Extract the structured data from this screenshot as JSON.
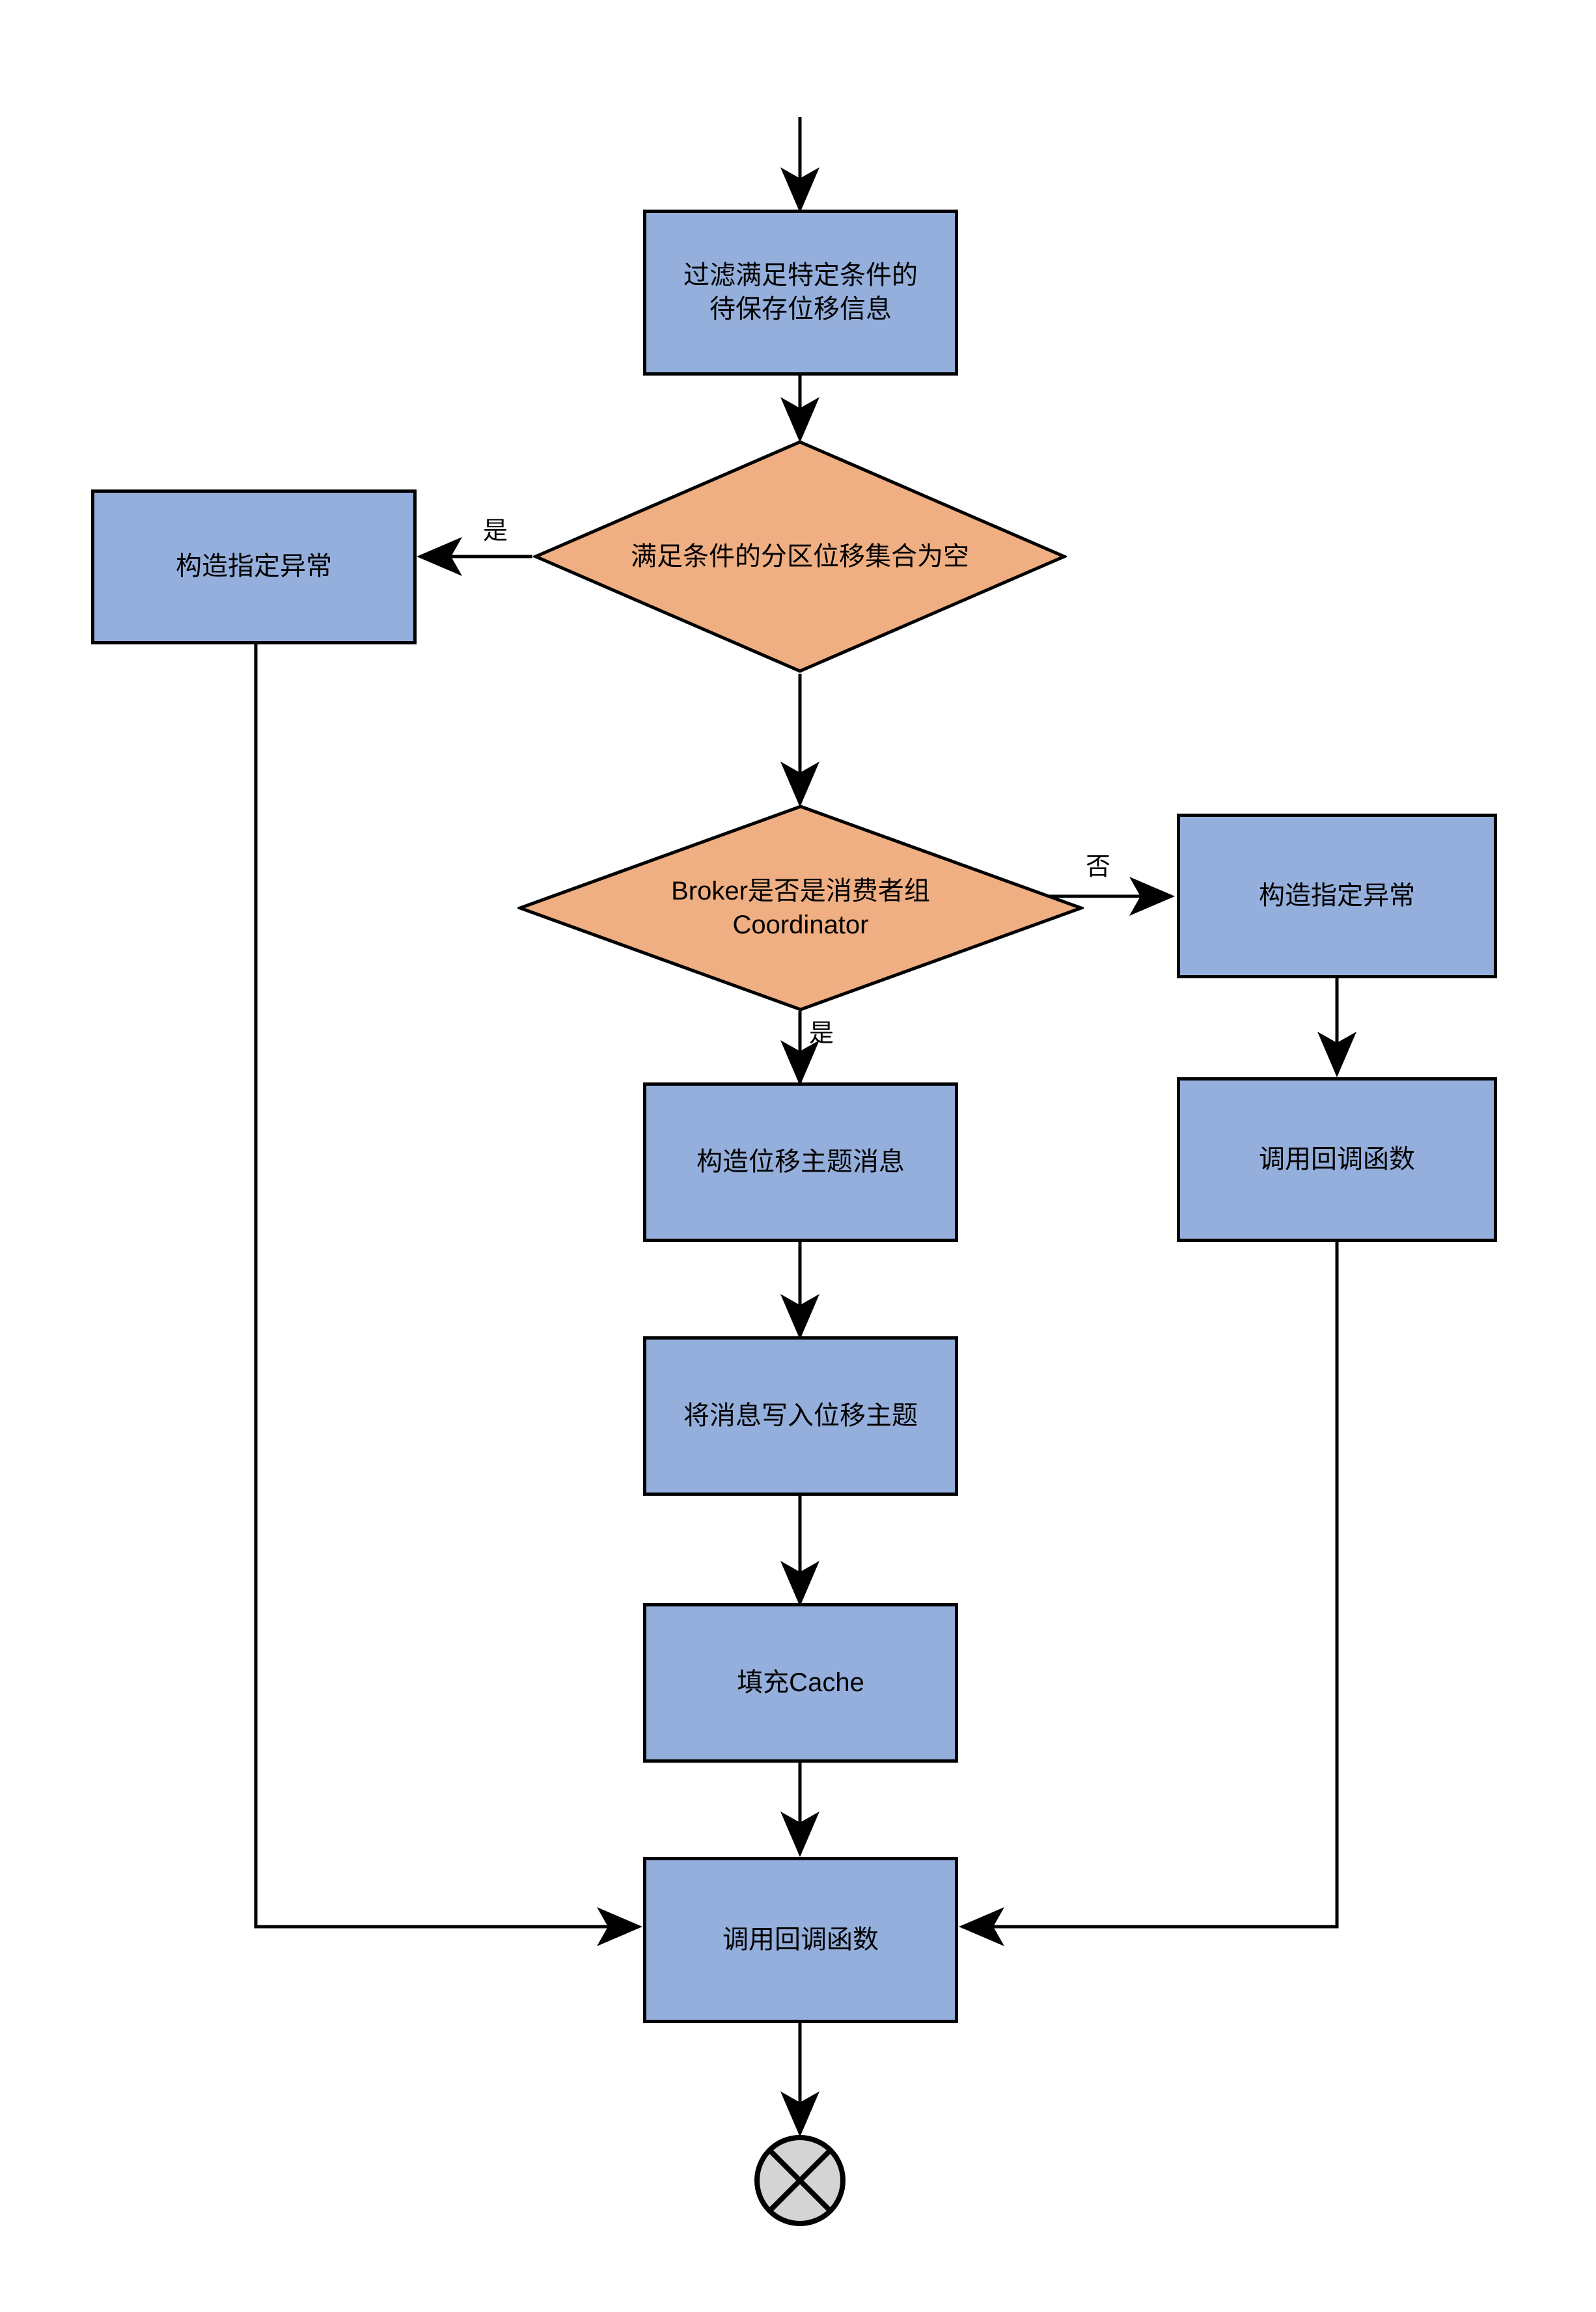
{
  "diagram": {
    "type": "flowchart",
    "title": "",
    "colors": {
      "process_fill": "#94AFDB",
      "decision_fill": "#F0AF82",
      "terminal_fill": "#D4D4D4",
      "stroke": "#000000",
      "background": "#FFFFFF"
    },
    "nodes": [
      {
        "id": "filter-offsets",
        "shape": "process",
        "label": "过滤满足特定条件的\n待保存位移信息"
      },
      {
        "id": "is-offset-set-empty",
        "shape": "decision",
        "label": "满足条件的分区位移集合为空"
      },
      {
        "id": "build-exception-left",
        "shape": "process",
        "label": "构造指定异常"
      },
      {
        "id": "is-broker-coordinator",
        "shape": "decision",
        "label": "Broker是否是消费者组\nCoordinator"
      },
      {
        "id": "build-exception-right",
        "shape": "process",
        "label": "构造指定异常"
      },
      {
        "id": "invoke-callback-right",
        "shape": "process",
        "label": "调用回调函数"
      },
      {
        "id": "build-offset-topic-message",
        "shape": "process",
        "label": "构造位移主题消息"
      },
      {
        "id": "write-message-to-offset-topic",
        "shape": "process",
        "label": "将消息写入位移主题"
      },
      {
        "id": "fill-cache",
        "shape": "process",
        "label": "填充Cache"
      },
      {
        "id": "invoke-callback-bottom",
        "shape": "process",
        "label": "调用回调函数"
      },
      {
        "id": "end-terminator",
        "shape": "terminator-cross",
        "label": ""
      }
    ],
    "edge_labels": {
      "empty_yes": "是",
      "coordinator_no": "否",
      "coordinator_yes": "是"
    }
  }
}
